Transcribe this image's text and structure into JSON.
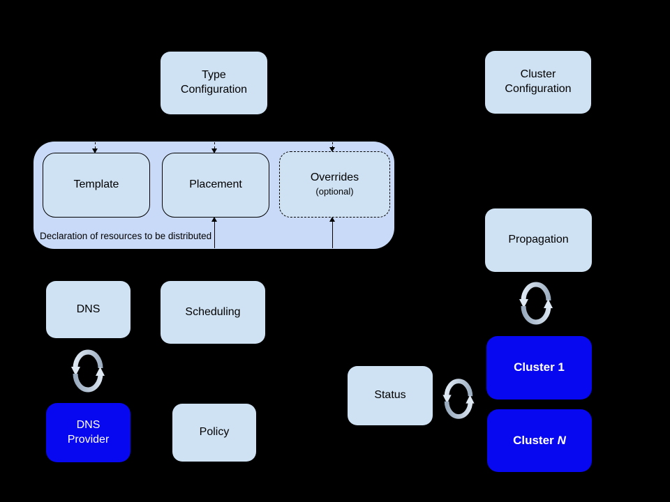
{
  "colors": {
    "background": "#000000",
    "light-box": "#cfe2f3",
    "container-bg": "#c9daf8",
    "bright-blue": "#0808f0",
    "line": "#000000",
    "sync-light": "#dfe9f4",
    "sync-dark": "#97a9bd",
    "text-dark": "#000000",
    "text-light": "#ffffff"
  },
  "icons": {
    "sync_cycle_icon": "two curved arrows forming a refresh cycle"
  },
  "container": {
    "caption": "Declaration of resources to be distributed"
  },
  "nodes": {
    "type_configuration": {
      "label": "Type\nConfiguration"
    },
    "cluster_configuration": {
      "label": "Cluster\nConfiguration"
    },
    "template": {
      "label": "Template"
    },
    "placement": {
      "label": "Placement"
    },
    "overrides": {
      "label": "Overrides",
      "sublabel": "(optional)"
    },
    "propagation": {
      "label": "Propagation"
    },
    "dns": {
      "label": "DNS"
    },
    "scheduling": {
      "label": "Scheduling"
    },
    "dns_provider": {
      "label": "DNS\nProvider"
    },
    "policy": {
      "label": "Policy"
    },
    "status": {
      "label": "Status"
    },
    "cluster_1": {
      "label": "Cluster 1"
    },
    "cluster_n": {
      "prefix": "Cluster",
      "variable": "N"
    }
  }
}
